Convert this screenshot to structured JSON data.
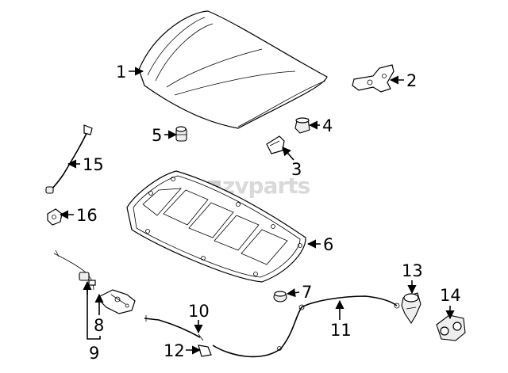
{
  "watermark": {
    "brand": "zvparts"
  },
  "callouts": {
    "c1": "1",
    "c2": "2",
    "c3": "3",
    "c4": "4",
    "c5": "5",
    "c6": "6",
    "c7": "7",
    "c8": "8",
    "c9": "9",
    "c10": "10",
    "c11": "11",
    "c12": "12",
    "c13": "13",
    "c14": "14",
    "c15": "15",
    "c16": "16"
  }
}
